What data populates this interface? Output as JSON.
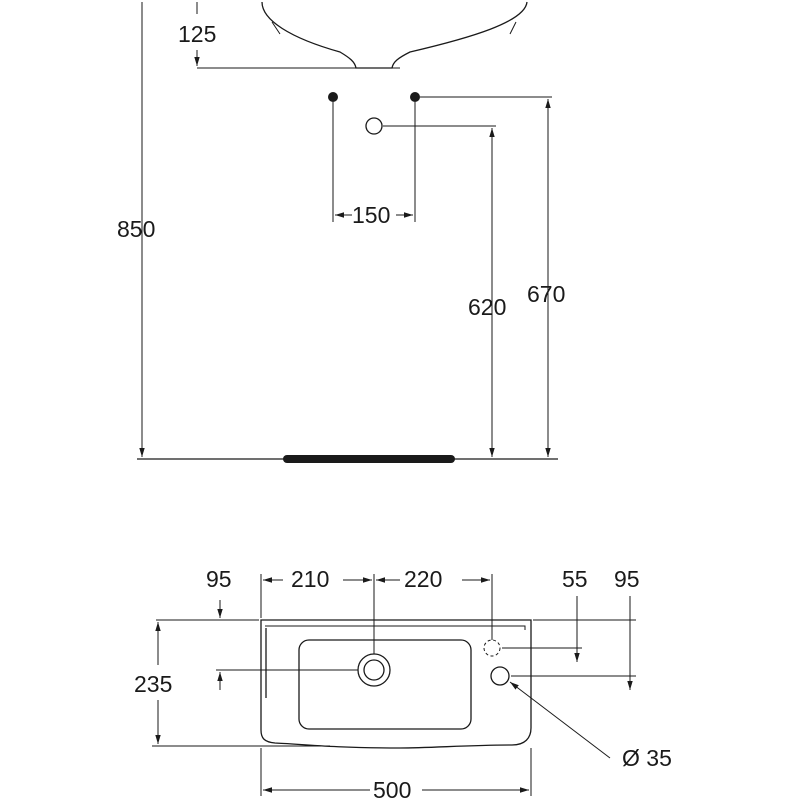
{
  "side_view": {
    "dim_125": "125",
    "dim_850": "850",
    "dim_150": "150",
    "dim_620": "620",
    "dim_670": "670"
  },
  "top_view": {
    "dim_95_left": "95",
    "dim_210": "210",
    "dim_220": "220",
    "dim_55": "55",
    "dim_95_right": "95",
    "dim_235": "235",
    "dim_500": "500",
    "dim_diameter": "Ø 35"
  },
  "colors": {
    "ink": "#1a1a1a",
    "background": "#ffffff"
  }
}
